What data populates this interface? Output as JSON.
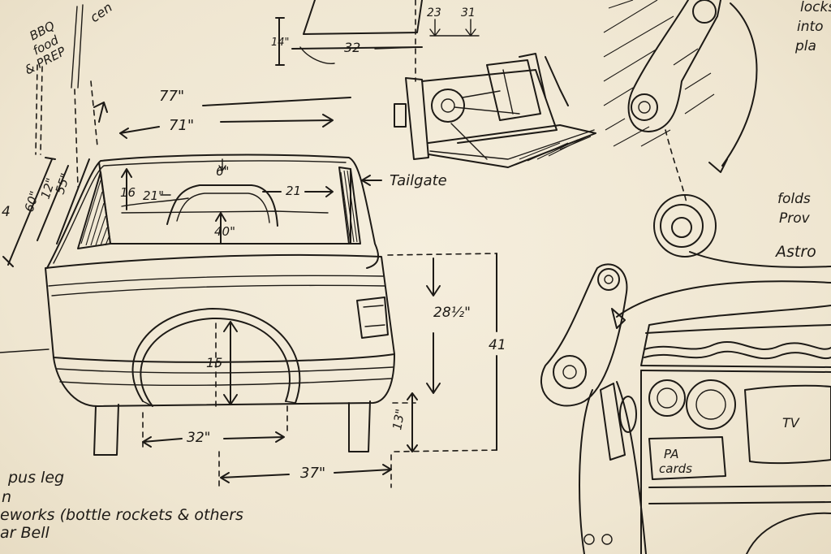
{
  "notes": {
    "bbq": [
      "BBQ",
      "food",
      "& PREP"
    ],
    "cen": "cen",
    "fireworks": "eworks (bottle rockets & others",
    "pus_leg": "pus leg",
    "n": "n",
    "bell": "ar Bell",
    "locks": [
      "locks",
      "into",
      "pla"
    ],
    "folds": [
      "folds",
      "Prov"
    ],
    "astro": "Astro"
  },
  "dimensions": {
    "d77": "77\"",
    "d71": "71\"",
    "d60": "60\"",
    "d12": "12\"",
    "d55": "55\"",
    "d4": "4",
    "d16": "16",
    "d21a": "21\"",
    "d6": "6\"",
    "d21b": "21",
    "d40": "40\"",
    "d28": "28½\"",
    "d41": "41",
    "d15": "15",
    "d13": "13\"",
    "d32a": "32\"",
    "d37": "37\"",
    "d14": "14\"",
    "d32b": "32",
    "d23": "23",
    "d31": "31"
  },
  "labels": {
    "tailgate": "Tailgate",
    "tv": "TV",
    "pa": [
      "PA",
      "cards"
    ]
  }
}
